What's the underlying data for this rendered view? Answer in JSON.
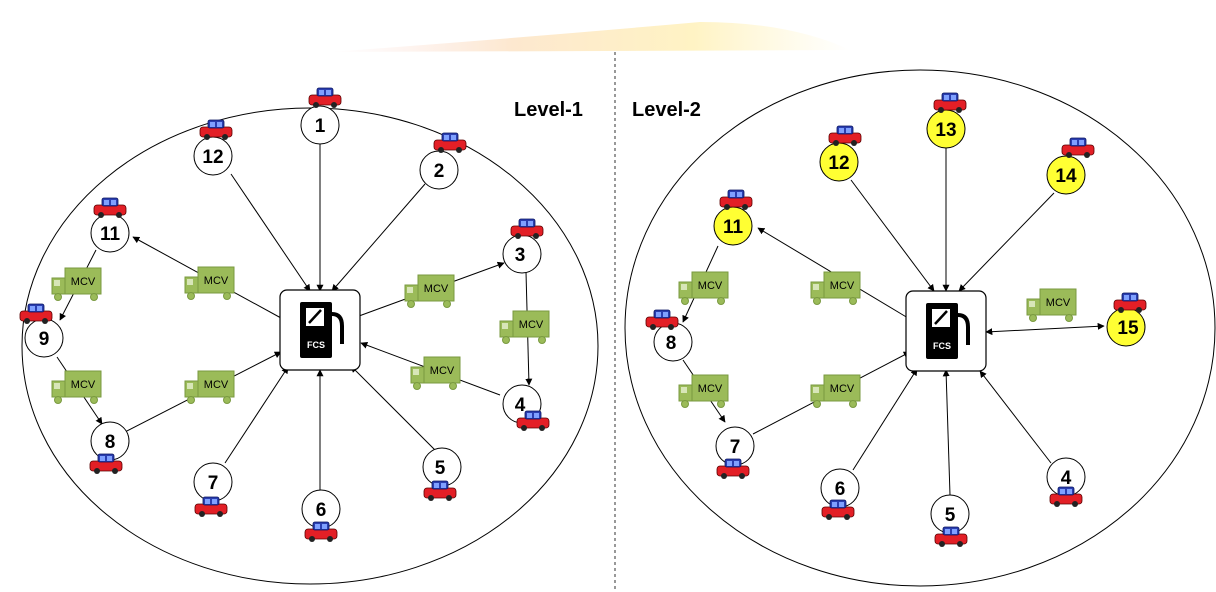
{
  "panels": [
    {
      "title": "Level-1",
      "hub_label": "FCS",
      "nodes": [
        {
          "label": "1",
          "highlight": false
        },
        {
          "label": "2",
          "highlight": false
        },
        {
          "label": "3",
          "highlight": false
        },
        {
          "label": "4",
          "highlight": false
        },
        {
          "label": "5",
          "highlight": false
        },
        {
          "label": "6",
          "highlight": false
        },
        {
          "label": "7",
          "highlight": false
        },
        {
          "label": "8",
          "highlight": false
        },
        {
          "label": "9",
          "highlight": false
        },
        {
          "label": "11",
          "highlight": false
        },
        {
          "label": "12",
          "highlight": false
        }
      ],
      "mcv_label": "MCV"
    },
    {
      "title": "Level-2",
      "hub_label": "FCS",
      "nodes": [
        {
          "label": "4",
          "highlight": false
        },
        {
          "label": "5",
          "highlight": false
        },
        {
          "label": "6",
          "highlight": false
        },
        {
          "label": "7",
          "highlight": false
        },
        {
          "label": "8",
          "highlight": false
        },
        {
          "label": "11",
          "highlight": true
        },
        {
          "label": "12",
          "highlight": true
        },
        {
          "label": "13",
          "highlight": true
        },
        {
          "label": "14",
          "highlight": true
        },
        {
          "label": "15",
          "highlight": true
        }
      ],
      "mcv_label": "MCV"
    }
  ],
  "colors": {
    "node_highlight": "#ffff33",
    "truck": "#9bbb59",
    "car": "#e31f26",
    "hub": "#000000"
  }
}
